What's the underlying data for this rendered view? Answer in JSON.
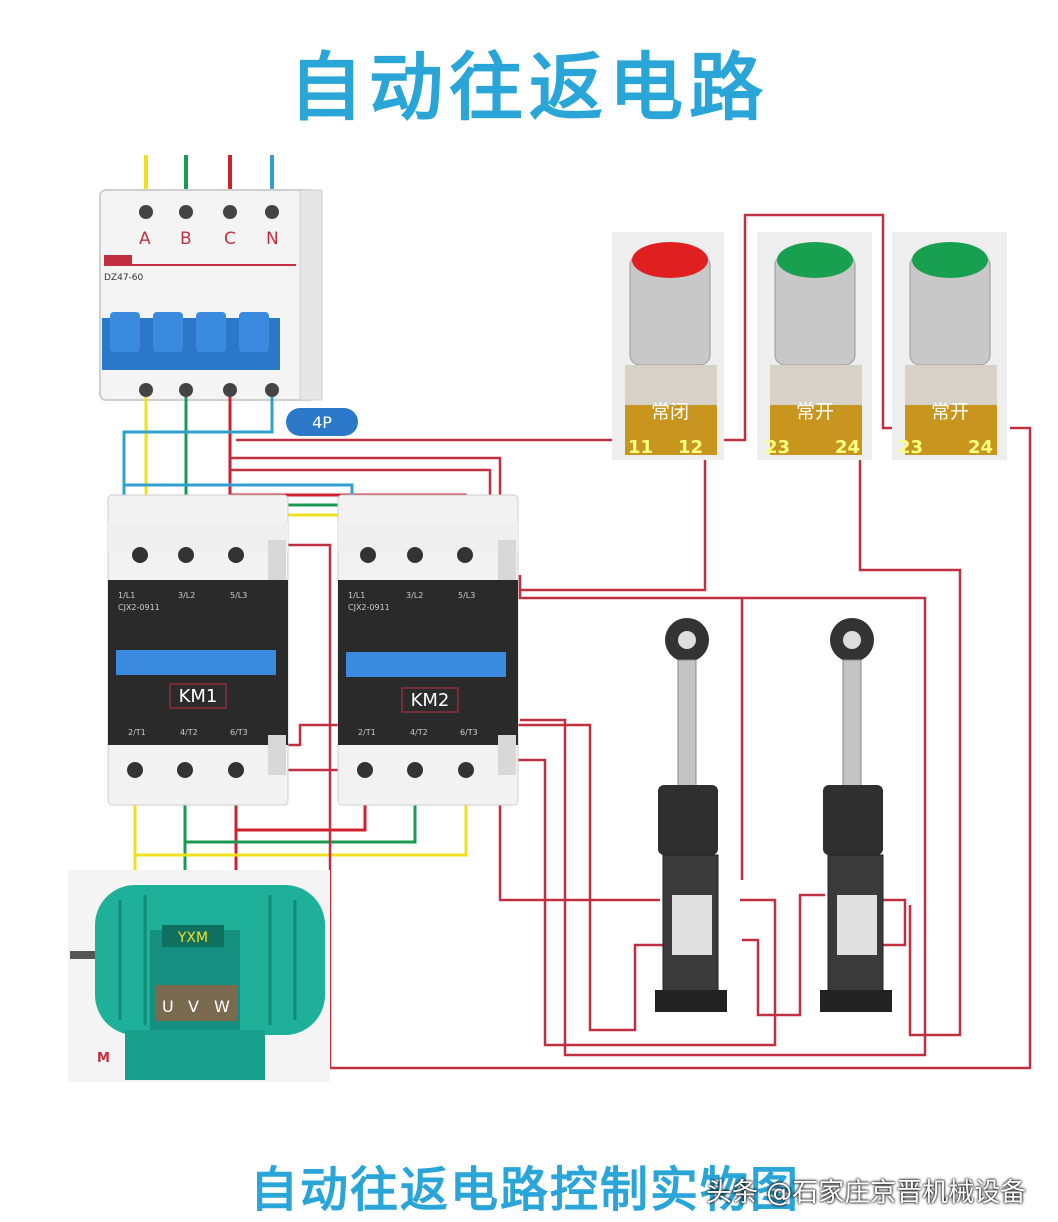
{
  "title": "自动往返电路",
  "subtitle": "自动往返电路控制实物图",
  "watermark": "头条 @石家庄京晋机械设备",
  "breaker": {
    "terminals": [
      "A",
      "B",
      "C",
      "N"
    ],
    "pole_label": "4P",
    "model_text": "DZ47-60"
  },
  "contactors": [
    {
      "label": "KM1",
      "top_terminals": [
        "1/L1",
        "3/L2",
        "5/L3"
      ],
      "bottom_terminals": [
        "2/T1",
        "4/T2",
        "6/T3"
      ],
      "model_text": "CJX2-0911"
    },
    {
      "label": "KM2",
      "top_terminals": [
        "1/L1",
        "3/L2",
        "5/L3"
      ],
      "bottom_terminals": [
        "2/T1",
        "4/T2",
        "6/T3"
      ],
      "model_text": "CJX2-0911"
    }
  ],
  "buttons": [
    {
      "state": "常闭",
      "terminals": [
        "11",
        "12"
      ],
      "cap_color": "#e02020"
    },
    {
      "state": "常开",
      "terminals": [
        "23",
        "24"
      ],
      "cap_color": "#18a050"
    },
    {
      "state": "常开",
      "terminals": [
        "23",
        "24"
      ],
      "cap_color": "#18a050"
    }
  ],
  "motor": {
    "label": "M",
    "name_plate": "YXM",
    "terminals": [
      "U",
      "V",
      "W"
    ]
  },
  "colors": {
    "phase_a": "#f0e020",
    "phase_b": "#1a9a50",
    "phase_c": "#d02030",
    "neutral": "#30a0d0",
    "control": "#c03040",
    "accent": "#2aa5d8"
  }
}
